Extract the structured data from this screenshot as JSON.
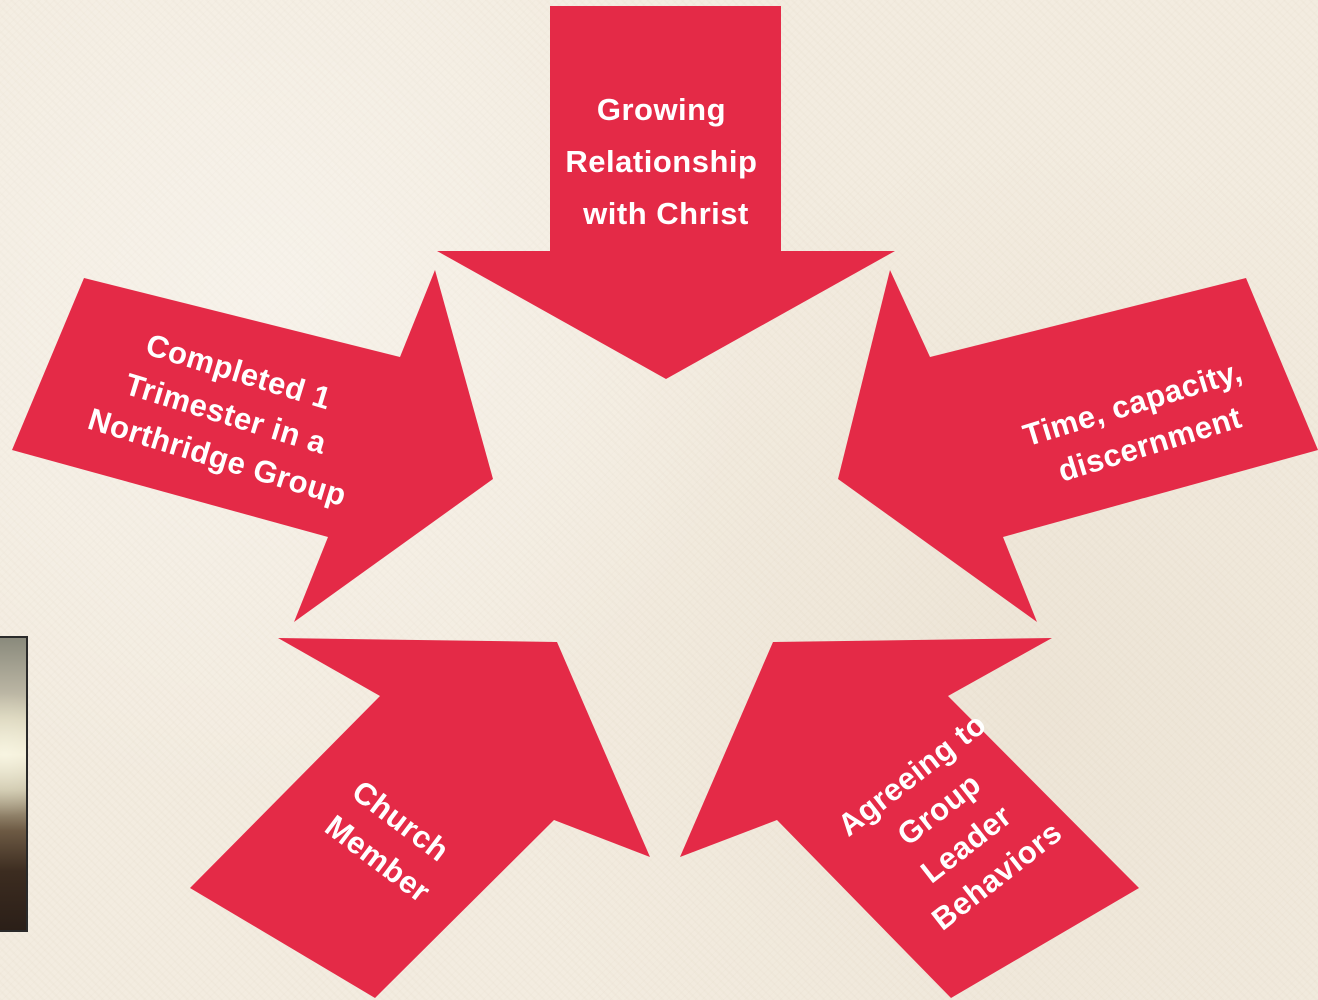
{
  "diagram": {
    "colors": {
      "arrow_fill": "#e42a47",
      "label_text": "#ffffff",
      "background": "#f3ece0"
    },
    "arrows": [
      {
        "id": "top",
        "label_lines": [
          "Growing",
          "Relationship",
          "with Christ"
        ]
      },
      {
        "id": "right",
        "label_lines": [
          "Time, capacity,",
          "discernment"
        ]
      },
      {
        "id": "bottom-right",
        "label_lines": [
          "Agreeing to",
          "Group",
          "Leader",
          "Behaviors"
        ]
      },
      {
        "id": "bottom-left",
        "label_lines": [
          "Church",
          "Member"
        ]
      },
      {
        "id": "left",
        "label_lines": [
          "Completed 1",
          "Trimester in a",
          "Northridge Group"
        ]
      }
    ]
  },
  "video_thumbnail": {
    "visible": true
  }
}
